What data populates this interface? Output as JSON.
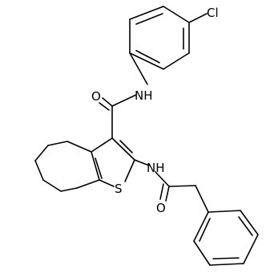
{
  "molecule": {
    "atoms": {
      "chlorine": "Cl",
      "amide_nh_top": "NH",
      "carbonyl_o_top": "O",
      "amide_nh_mid": "NH",
      "sulfur": "S",
      "carbonyl_o_bottom": "O"
    }
  },
  "colors": {
    "bond": "#000000",
    "label": "#000000",
    "background": "#ffffff"
  }
}
